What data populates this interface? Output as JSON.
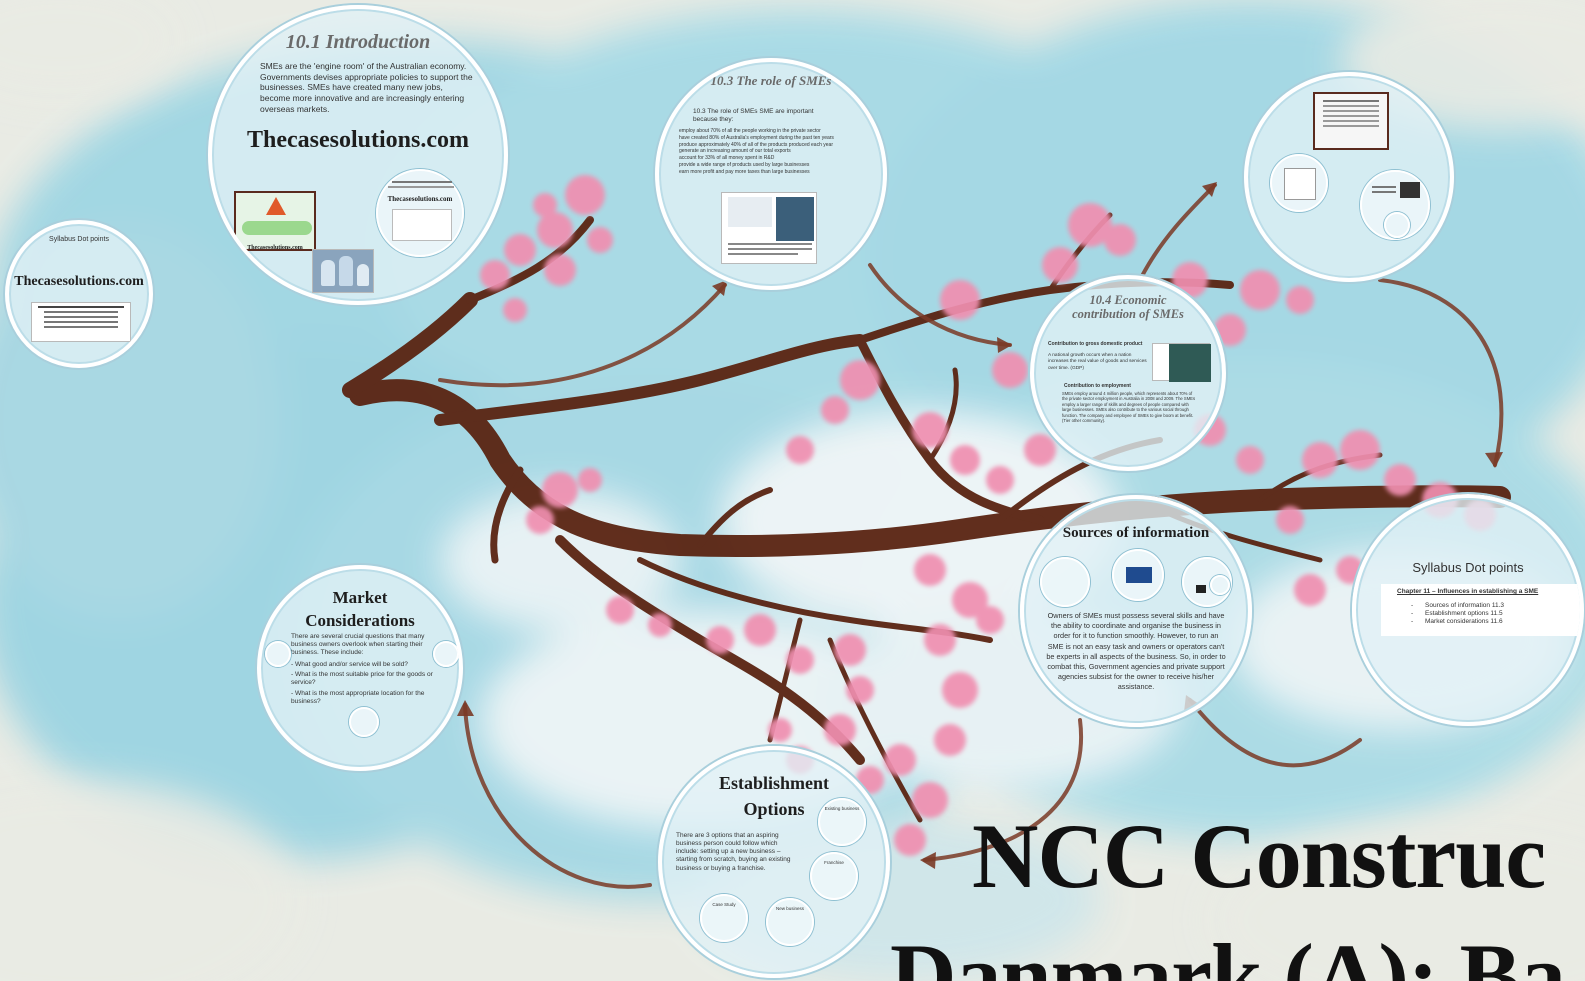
{
  "colors": {
    "background": "#e9ebe4",
    "sky": "#a8dbe6",
    "branch": "#5a2412",
    "blossom": "#f08fb0",
    "arrow": "#7a3a26",
    "circle_border": "#ffffff",
    "circle_ring": "#a9cfdc"
  },
  "intro": {
    "title": "10.1 Introduction",
    "body": "SMEs are the 'engine room' of the Australian economy. Governments devises appropriate policies to support the businesses. SMEs have created many new jobs, become more innovative and are increasingly entering overseas markets.",
    "watermark": "Thecasesolutions.com",
    "mini_watermark": "Thecasesolutions.com",
    "thumb_caption": "Thecasesolutions.com"
  },
  "syllabus_left": {
    "title": "Syllabus Dot points",
    "watermark": "Thecasesolutions.com"
  },
  "role": {
    "title": "10.3 The role of SMEs",
    "lead": "10.3 The role of SMEs SME are important because they:",
    "bullets": [
      "employ about 70% of all the people working in the private sector",
      "have created 80% of Australia's employment during the past ten years",
      "produce approximately 40% of all of the products produced each year",
      "generate an increasing amount of our total exports",
      "account for 33% of all money spent in R&D",
      "provide a wide range of products used by large businesses",
      "earn more profit and pay more taxes than large businesses"
    ]
  },
  "economic": {
    "title": "10.4 Economic contribution of SMEs",
    "sub1": "Contribution to gross domestic product",
    "text1": "A national growth occurs when a nation increases the real value of goods and services over time. (GDP)",
    "sub2": "Contribution to employment",
    "text2": "SMEs employ around 4 million people, which represents about 70% of the private sector employment in Australia in 2008 and 2009. The SMEs employ a larger range of skills and degrees of people compared with large businesses. SMEs also contribute to the various social through function. The company and employee of SMEs to give boom at benefit. (Tier other community)."
  },
  "sources": {
    "title": "Sources of information",
    "body": "Owners of SMEs must possess several skills and have the ability to coordinate and organise the business in order for it to function smoothly. However, to run an SME is not an easy task and owners or operators can't be experts in all aspects of the business. So, in order to combat this, Government agencies and private support agencies subsist for the owner to receive his/her assistance."
  },
  "market": {
    "title": "Market Considerations",
    "body": "There are several crucial questions that many business owners overlook when starting their business. These include:",
    "questions": [
      "- What good and/or service will be sold?",
      "- What is the most suitable price for the goods or service?",
      "- What is the most appropriate location for the business?"
    ]
  },
  "establishment": {
    "title": "Establishment Options",
    "body": "There are 3 options that an aspiring business person could follow which include: setting up a new business – starting from scratch, buying an existing business or buying a franchise.",
    "mini_labels": [
      "Case Study",
      "Existing business",
      "Franchise",
      "New business"
    ]
  },
  "syllabus_right": {
    "title": "Syllabus Dot points",
    "chapter": "Chapter 11 – Influences in establishing a SME",
    "items": [
      "Sources of information 11.3",
      "Establishment options 11.5",
      "Market considerations 11.6"
    ]
  },
  "headline": {
    "line1": "NCC Construc",
    "line2": "Danmark (A): Ba"
  }
}
